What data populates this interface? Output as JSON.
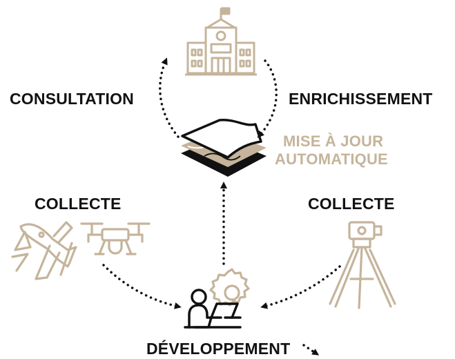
{
  "labels": {
    "consultation": "CONSULTATION",
    "enrichissement": "ENRICHISSEMENT",
    "mise_a_jour_line1": "MISE À JOUR",
    "mise_a_jour_line2": "AUTOMATIQUE",
    "collecte_left": "COLLECTE",
    "collecte_right": "COLLECTE",
    "developpement": "DÉVELOPPEMENT"
  },
  "icons": {
    "top": "town-hall-icon",
    "center": "map-layers-icon",
    "left_1": "airplane-icon",
    "left_2": "drone-icon",
    "right": "total-station-tripod-icon",
    "bottom": "developer-at-laptop-with-gear-icon"
  },
  "colors": {
    "accent": "#c5b49b",
    "text": "#111111",
    "background": "#ffffff"
  }
}
